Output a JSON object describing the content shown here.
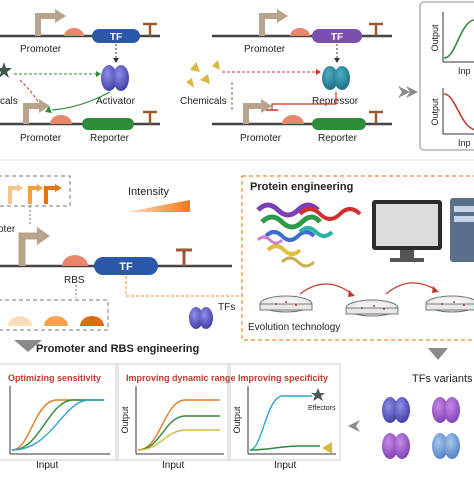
{
  "top_left": {
    "promoter": "Promoter",
    "tf": "TF",
    "activator": "Activator",
    "chemicals": "cals",
    "promoter2": "Promoter",
    "reporter": "Reporter"
  },
  "top_middle": {
    "promoter": "Promoter",
    "tf": "TF",
    "repressor": "Repressor",
    "chemicals": "Chemicals",
    "promoter2": "Promoter",
    "reporter": "Reporter"
  },
  "top_right": {
    "output1": "Output",
    "input1": "Inp",
    "output2": "Output",
    "input2": "Inp"
  },
  "middle": {
    "intensity": "Intensity",
    "promoter_partial": "oter",
    "rbs": "RBS",
    "tf": "TF",
    "tfs": "TFs"
  },
  "protein_engineering": {
    "title": "Protein engineering",
    "evolution": "Evolution technology"
  },
  "promoter_rbs": {
    "title": "Promoter and RBS engineering"
  },
  "bottom_charts": [
    {
      "title": "Optimizing sensitivity",
      "xlabel": "Input",
      "ylabel": ""
    },
    {
      "title": "Improving dynamic range",
      "xlabel": "Input",
      "ylabel": "Output"
    },
    {
      "title": "Improving specificity",
      "xlabel": "Input",
      "ylabel": "Output",
      "annotation": "Effectors"
    }
  ],
  "tf_variants": {
    "label": "TFs variants"
  },
  "colors": {
    "promoter_arrow": "#b8a48c",
    "tf_blue": "#2b58a8",
    "tf_purple": "#7a4fb0",
    "reporter_green": "#2e8b3a",
    "rbs_salmon": "#e8866e",
    "terminator": "#9a5a2e",
    "accent_orange": "#f08a24",
    "title_red": "#c0392b"
  }
}
